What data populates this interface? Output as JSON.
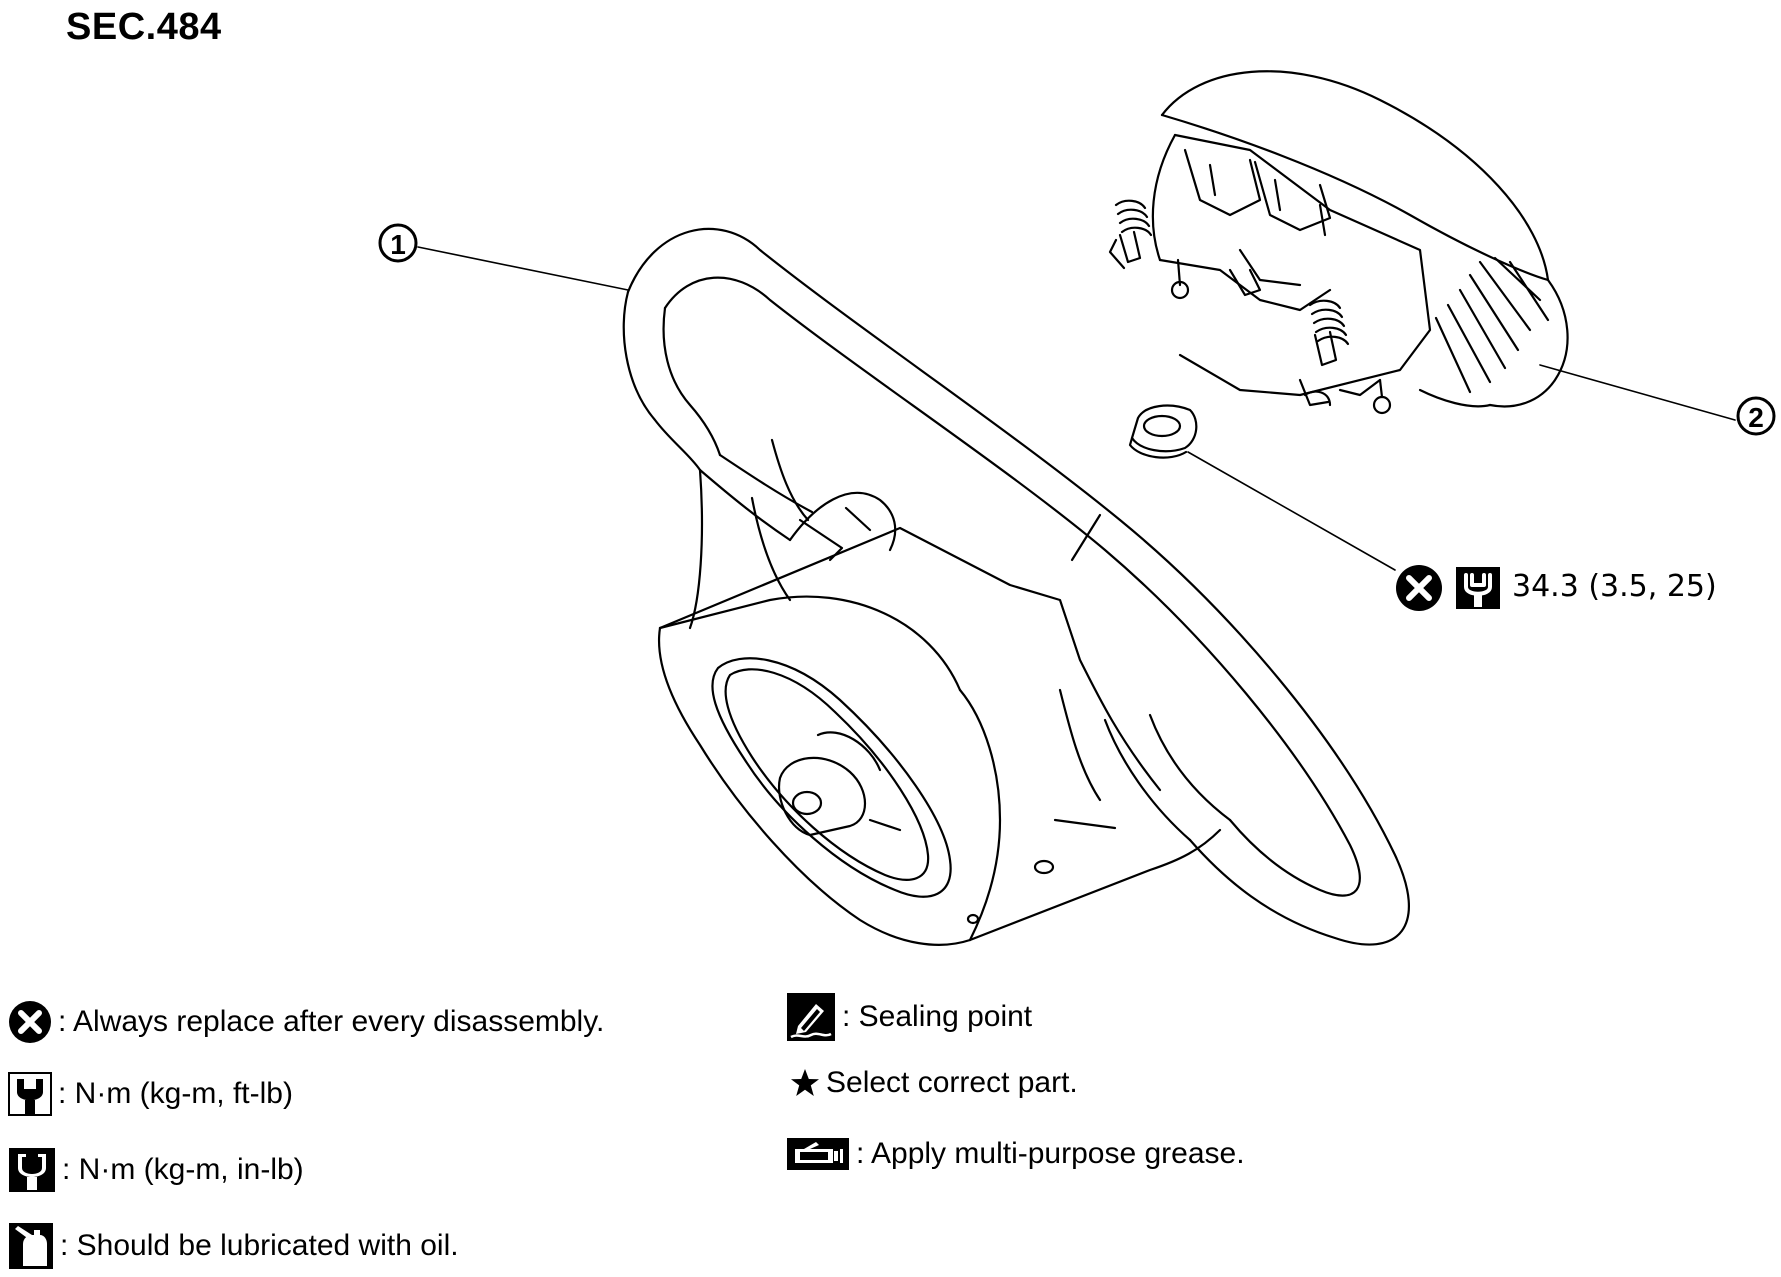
{
  "header": {
    "section": "SEC.484"
  },
  "callouts": [
    {
      "number": "1"
    },
    {
      "number": "2"
    }
  ],
  "torque_spec": {
    "icons": [
      "replace-icon",
      "torque-wrench-icon"
    ],
    "text": "34.3 (3.5, 25)"
  },
  "legend": {
    "replace": {
      "icon": "replace-icon",
      "text": ": Always replace after every disassembly."
    },
    "torque_ftlb": {
      "icon": "torque-wrench-icon",
      "text": ": N·m (kg-m, ft-lb)"
    },
    "torque_inlb": {
      "icon": "torque-wrench-inlb-icon",
      "text": ": N·m (kg-m, in-lb)"
    },
    "oil": {
      "icon": "oil-can-icon",
      "text": ": Should be lubricated with oil."
    },
    "sealing": {
      "icon": "sealing-point-icon",
      "text": ": Sealing point"
    },
    "select_part": {
      "icon": "star-icon",
      "text": "Select correct part."
    },
    "grease": {
      "icon": "grease-gun-icon",
      "text": ": Apply multi-purpose grease."
    }
  }
}
